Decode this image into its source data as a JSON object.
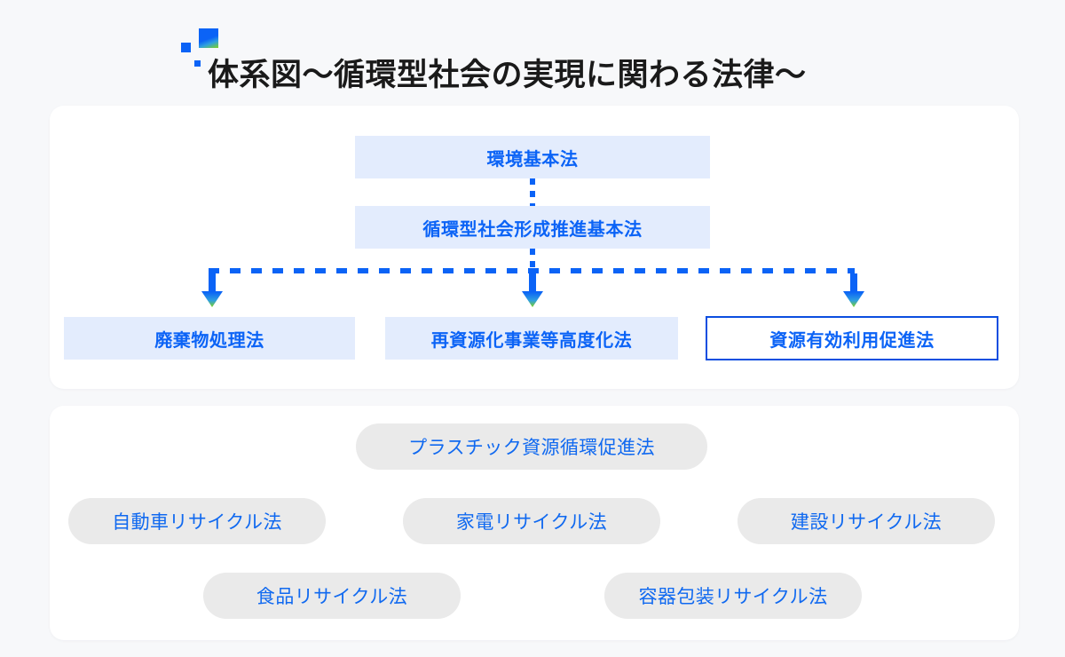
{
  "page": {
    "title": "体系図〜循環型社会の実現に関わる法律〜",
    "background_color": "#f7f8fa",
    "accent_color": "#0b63f6",
    "box_fill_color": "#e3ecfd",
    "pill_fill_color": "#eaeaea",
    "outline_color": "#0b4ee0"
  },
  "decorations": {
    "square_large": "decorative-square-large",
    "square_medium": "decorative-square-medium",
    "square_small": "decorative-square-small"
  },
  "diagram": {
    "basic_laws": [
      {
        "id": "kankyo",
        "label": "環境基本法",
        "style": "filled"
      },
      {
        "id": "junkan",
        "label": "循環型社会形成推進基本法",
        "style": "filled"
      }
    ],
    "individual_laws": [
      {
        "id": "haikibutsu",
        "label": "廃棄物処理法",
        "style": "filled"
      },
      {
        "id": "saishigenka",
        "label": "再資源化事業等高度化法",
        "style": "filled"
      },
      {
        "id": "shigenyuko",
        "label": "資源有効利用促進法",
        "style": "outlined"
      }
    ],
    "connectors": {
      "vertical_style": "dotted",
      "horizontal_style": "dashed",
      "arrow_count": 3,
      "arrow_gradient_from": "#0b63f6",
      "arrow_gradient_to": "#7ed321"
    }
  },
  "recycling_laws": {
    "row_1": [
      {
        "id": "plastic",
        "label": "プラスチック資源循環促進法"
      }
    ],
    "row_2": [
      {
        "id": "jidosha",
        "label": "自動車リサイクル法"
      },
      {
        "id": "kaden",
        "label": "家電リサイクル法"
      },
      {
        "id": "kensetsu",
        "label": "建設リサイクル法"
      }
    ],
    "row_3": [
      {
        "id": "shokuhin",
        "label": "食品リサイクル法"
      },
      {
        "id": "youki",
        "label": "容器包装リサイクル法"
      }
    ]
  }
}
